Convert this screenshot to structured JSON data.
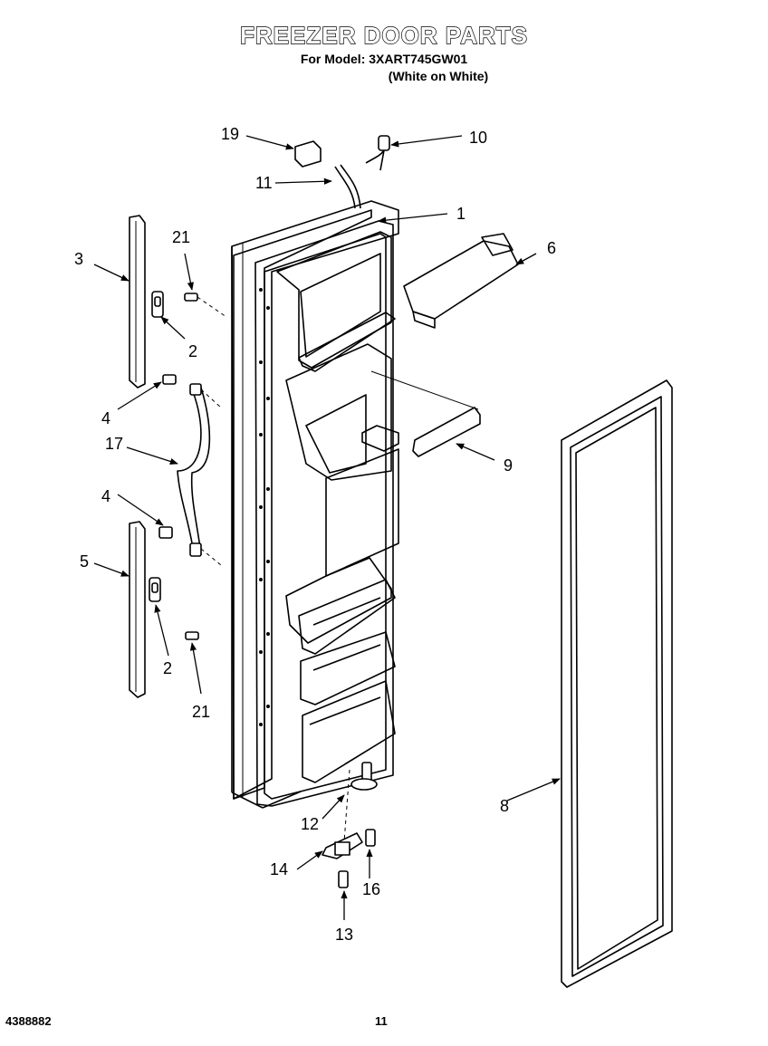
{
  "header": {
    "title": "FREEZER DOOR PARTS",
    "model_line": "For Model: 3XART745GW01",
    "color_line": "(White on White)"
  },
  "footer": {
    "doc_number": "4388882",
    "page_number": "11"
  },
  "callouts": {
    "c1": "1",
    "c2a": "2",
    "c2b": "2",
    "c3": "3",
    "c4a": "4",
    "c4b": "4",
    "c5": "5",
    "c6": "6",
    "c8": "8",
    "c9": "9",
    "c10": "10",
    "c11": "11",
    "c12": "12",
    "c13": "13",
    "c14": "14",
    "c16": "16",
    "c17": "17",
    "c19": "19",
    "c21a": "21",
    "c21b": "21"
  }
}
